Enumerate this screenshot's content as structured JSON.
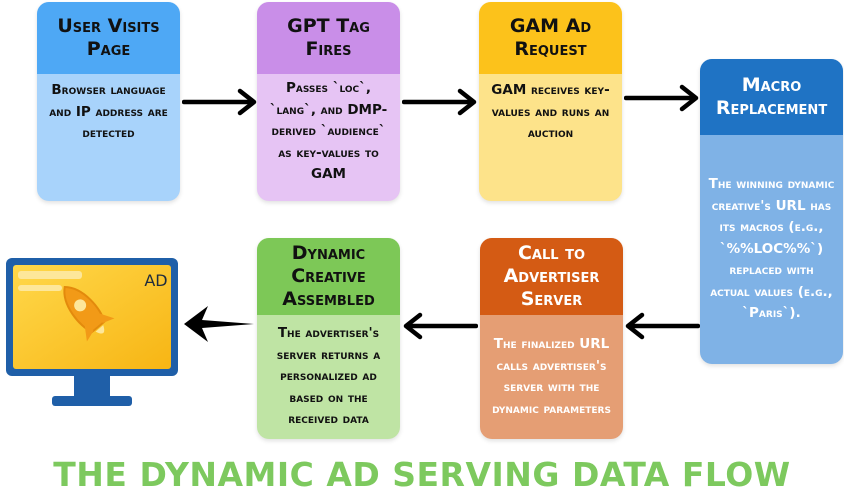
{
  "title": "THE DYNAMIC AD SERVING DATA FLOW",
  "colors": {
    "title": "#7dc95e",
    "blue_header": "#4ea8f5",
    "blue_body": "#a8d3fb",
    "purple_header": "#c98ee8",
    "purple_body": "#e6c4f4",
    "yellow_header": "#fcc21b",
    "yellow_body": "#fde38a",
    "macro_header": "#1f73c4",
    "macro_body": "#7fb2e6",
    "orange_header": "#d45b14",
    "orange_body": "#e59e74",
    "green_header": "#7dc857",
    "green_body": "#bfe4a4",
    "arrow": "#000000"
  },
  "steps": [
    {
      "header": "User Visits Page",
      "body": "Browser language and IP address are detected"
    },
    {
      "header": "GPT Tag Fires",
      "body": "Passes `loc`, `lang`, and DMP-derived `audience` as key-values to GAM"
    },
    {
      "header": "GAM Ad Request",
      "body": "GAM receives key-values and runs an auction"
    },
    {
      "header": "Macro Replacement",
      "body": "The winning dynamic creative's URL has its macros (e.g., `%%LOC%%`) replaced with actual values (e.g., `Paris`)."
    },
    {
      "header": "Call to Advertiser Server",
      "body": "The finalized URL calls advertiser's server with the dynamic parameters"
    },
    {
      "header": "Dynamic Creative Assembled",
      "body": "The advertiser's server returns a personalized ad based on the received data"
    }
  ],
  "monitor": {
    "icon": "monitor-ad-icon",
    "ad_label": "AD"
  }
}
